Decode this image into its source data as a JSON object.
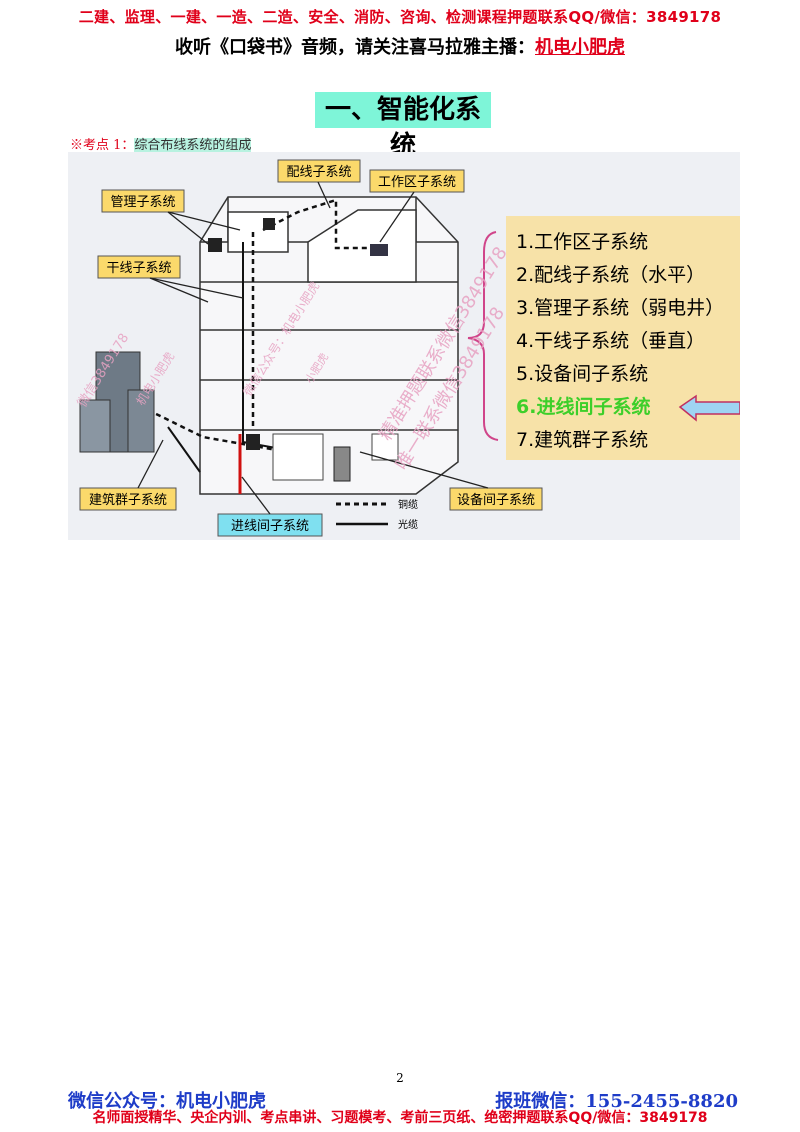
{
  "header": {
    "promo_line": "二建、监理、一建、一造、二造、安全、消防、咨询、检测课程押题联系QQ/微信：3849178",
    "audio_prefix": "收听《口袋书》音频，请关注喜马拉雅主播：",
    "audio_host": "机电小肥虎"
  },
  "section_title": "一、智能化系统",
  "key_point": {
    "prefix": "※考点 1：",
    "text": "综合布线系统的组成"
  },
  "diagram": {
    "callouts": {
      "distribution": "配线子系统",
      "work_area": "工作区子系统",
      "management": "管理子系统",
      "backbone": "干线子系统",
      "campus": "建筑群子系统",
      "equipment": "设备间子系统",
      "entrance": "进线间子系统"
    },
    "legend": {
      "copper": "铜缆",
      "fiber": "光缆"
    },
    "list": [
      "1.工作区子系统",
      "2.配线子系统（水平）",
      "3.管理子系统（弱电井）",
      "4.干线子系统（垂直）",
      "5.设备间子系统",
      "6.进线间子系统",
      "7.建筑群子系统"
    ],
    "highlight_color": "#3dcf2a",
    "callout_bg": "#fbd96b",
    "entrance_callout_bg": "#7fe0f0",
    "list_bg": "#f7e2a8"
  },
  "watermarks": {
    "center": "唯一联系微信3849178",
    "fig_a": "微信公众号：机电小肥虎",
    "fig_b": "精准押题联系微信3849178",
    "fig_c": "小肥虎",
    "fig_d": "微信3849178",
    "fig_e": "机电小肥虎"
  },
  "page_number": "2",
  "footer": {
    "wechat_public": "微信公众号：机电小肥虎",
    "class_wechat": "报班微信：155-2455-8820",
    "promo_line": "名师面授精华、央企内训、考点串讲、习题模考、考前三页纸、绝密押题联系QQ/微信：3849178"
  }
}
